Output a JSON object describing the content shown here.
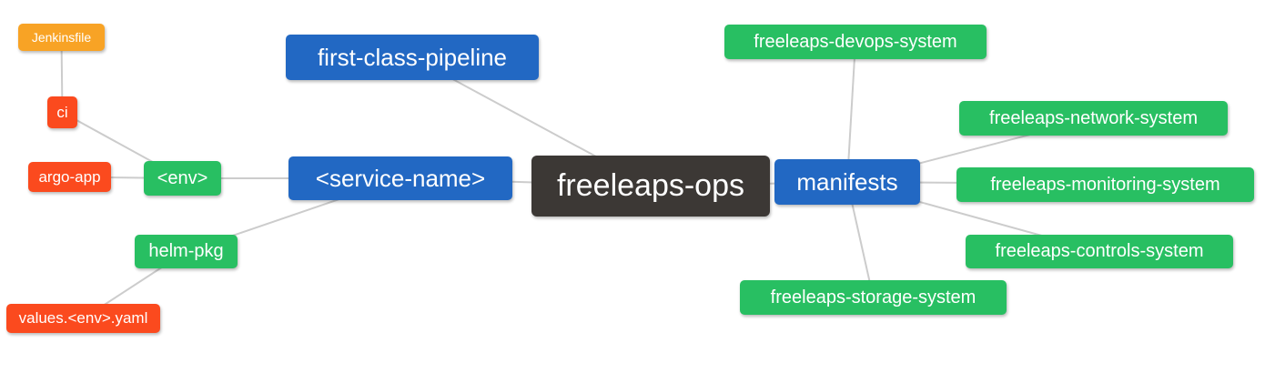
{
  "mindmap": {
    "title": "freeleaps-ops mind map",
    "palette": {
      "background": "#ffffff",
      "edge_color": "#cccccc",
      "text_color": "#ffffff",
      "level_root": "#3c3835",
      "level_1": "#2268c3",
      "level_2": "#28bf62",
      "level_3": "#fb4a1e",
      "level_4": "#f8a325"
    },
    "nodes": [
      {
        "id": "freeleaps-ops",
        "label": "freeleaps-ops",
        "level": 0,
        "parent": null
      },
      {
        "id": "first-class-pipeline",
        "label": "first-class-pipeline",
        "level": 1,
        "parent": "freeleaps-ops"
      },
      {
        "id": "service-name",
        "label": "<service-name>",
        "level": 1,
        "parent": "freeleaps-ops"
      },
      {
        "id": "manifests",
        "label": "manifests",
        "level": 1,
        "parent": "freeleaps-ops"
      },
      {
        "id": "env",
        "label": "<env>",
        "level": 2,
        "parent": "service-name"
      },
      {
        "id": "helm-pkg",
        "label": "helm-pkg",
        "level": 2,
        "parent": "service-name"
      },
      {
        "id": "ci",
        "label": "ci",
        "level": 3,
        "parent": "env"
      },
      {
        "id": "argo-app",
        "label": "argo-app",
        "level": 3,
        "parent": "env"
      },
      {
        "id": "jenkinsfile",
        "label": "Jenkinsfile",
        "level": 4,
        "parent": "ci"
      },
      {
        "id": "values-env-yaml",
        "label": "values.<env>.yaml",
        "level": 3,
        "parent": "helm-pkg"
      },
      {
        "id": "freeleaps-devops-system",
        "label": "freeleaps-devops-system",
        "level": 2,
        "parent": "manifests"
      },
      {
        "id": "freeleaps-network-system",
        "label": "freeleaps-network-system",
        "level": 2,
        "parent": "manifests"
      },
      {
        "id": "freeleaps-monitoring-system",
        "label": "freeleaps-monitoring-system",
        "level": 2,
        "parent": "manifests"
      },
      {
        "id": "freeleaps-controls-system",
        "label": "freeleaps-controls-system",
        "level": 2,
        "parent": "manifests"
      },
      {
        "id": "freeleaps-storage-system",
        "label": "freeleaps-storage-system",
        "level": 2,
        "parent": "manifests"
      }
    ],
    "edges": [
      {
        "source": "freeleaps-ops",
        "target": "first-class-pipeline"
      },
      {
        "source": "freeleaps-ops",
        "target": "service-name"
      },
      {
        "source": "freeleaps-ops",
        "target": "manifests"
      },
      {
        "source": "service-name",
        "target": "env"
      },
      {
        "source": "service-name",
        "target": "helm-pkg"
      },
      {
        "source": "env",
        "target": "ci"
      },
      {
        "source": "env",
        "target": "argo-app"
      },
      {
        "source": "ci",
        "target": "jenkinsfile"
      },
      {
        "source": "helm-pkg",
        "target": "values-env-yaml"
      },
      {
        "source": "manifests",
        "target": "freeleaps-devops-system"
      },
      {
        "source": "manifests",
        "target": "freeleaps-network-system"
      },
      {
        "source": "manifests",
        "target": "freeleaps-monitoring-system"
      },
      {
        "source": "manifests",
        "target": "freeleaps-controls-system"
      },
      {
        "source": "manifests",
        "target": "freeleaps-storage-system"
      }
    ]
  }
}
